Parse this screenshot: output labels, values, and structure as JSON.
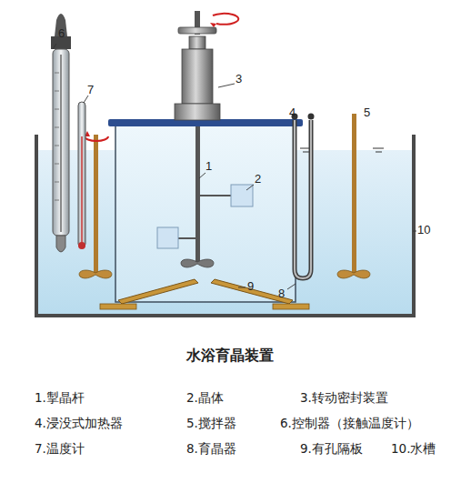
{
  "diagram": {
    "title": "水浴育晶装置",
    "labels": [
      "1",
      "2",
      "3",
      "4",
      "5",
      "6",
      "7",
      "8",
      "9",
      "10",
      "1.掣晶杆",
      "2.晶体",
      "3.转动密封装置",
      "4.浸没式加热器",
      "5.搅拌器",
      "6.控制器（接触温度计）",
      "7.温度计",
      "8.育晶器",
      "9.有孔隔板",
      "10.水槽"
    ]
  }
}
